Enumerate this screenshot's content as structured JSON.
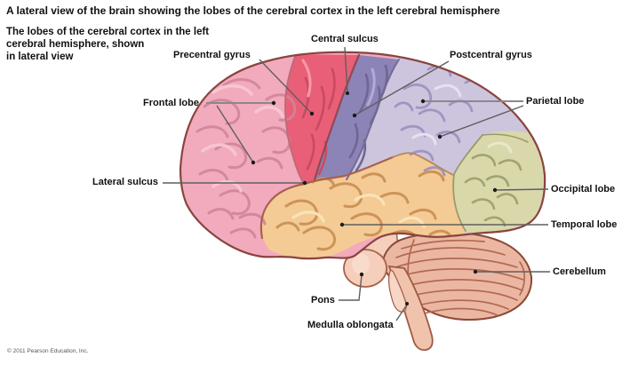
{
  "header": {
    "title": "A lateral view of the brain showing the lobes of the cerebral cortex in the left cerebral hemisphere"
  },
  "caption": {
    "line1": "The lobes of the cerebral cortex in the left",
    "line2": "cerebral hemisphere, shown",
    "line3": "in lateral view"
  },
  "labels": {
    "central_sulcus": "Central sulcus",
    "precentral_gyrus": "Precentral gyrus",
    "postcentral_gyrus": "Postcentral gyrus",
    "frontal_lobe": "Frontal lobe",
    "parietal_lobe": "Parietal lobe",
    "lateral_sulcus": "Lateral sulcus",
    "occipital_lobe": "Occipital lobe",
    "temporal_lobe": "Temporal lobe",
    "cerebellum": "Cerebellum",
    "pons": "Pons",
    "medulla_oblongata": "Medulla oblongata"
  },
  "colors": {
    "frontal_lobe": "#f2abbc",
    "precentral_gyrus": "#e95f77",
    "postcentral_gyrus": "#8c83b7",
    "parietal_lobe": "#cdc5de",
    "occipital_lobe": "#d8d8ab",
    "temporal_lobe": "#f4cb95",
    "cerebellum": "#ecb7a2",
    "brainstem": "#f5cfbb",
    "medulla": "#f0c3ac",
    "outline": "#8a4440"
  },
  "footer": {
    "copyright": "© 2011 Pearson Education, Inc."
  }
}
